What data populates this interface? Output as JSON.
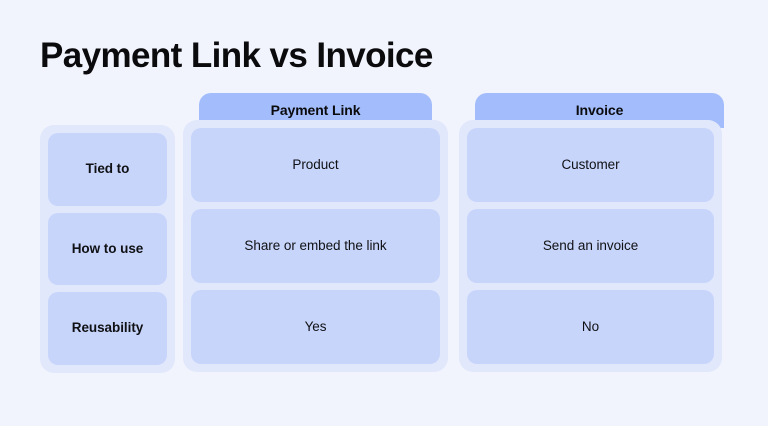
{
  "page": {
    "title": "Payment Link vs Invoice",
    "background_color": "#f1f4fd",
    "title_color": "#0b0b0d"
  },
  "theme": {
    "header_tab_color": "#a3bdfc",
    "container_color": "#e2e8fc",
    "cell_color": "#c8d5fb",
    "text_color": "#101114"
  },
  "comparison_table": {
    "row_label_header": "",
    "row_labels": [
      "Tied to",
      "How to use",
      "Reusability"
    ],
    "columns": [
      {
        "header": "Payment Link",
        "cells": [
          "Product",
          "Share or embed the link",
          "Yes"
        ]
      },
      {
        "header": "Invoice",
        "cells": [
          "Customer",
          "Send an invoice",
          "No"
        ]
      }
    ]
  }
}
